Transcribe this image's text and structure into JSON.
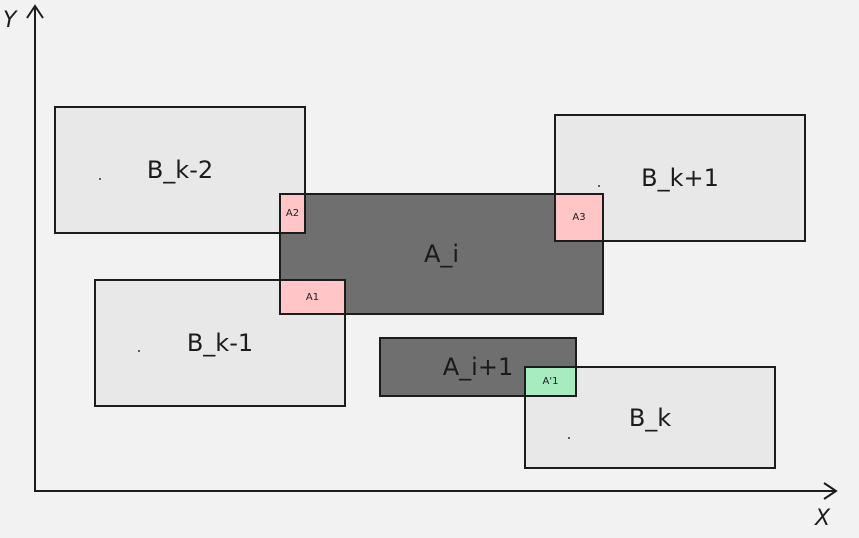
{
  "axes": {
    "x_label": "X",
    "y_label": "Y"
  },
  "rectangles": {
    "b_k_minus_2": "B_k-2",
    "b_k_plus_1": "B_k+1",
    "a_i": "A_i",
    "b_k_minus_1": "B_k-1",
    "a_i_plus_1": "A_i+1",
    "b_k": "B_k"
  },
  "overlaps": {
    "a1": "A1",
    "a2": "A2",
    "a3": "A3",
    "a_prime_1": "A'1"
  },
  "colors": {
    "background": "#f2f2f2",
    "b_fill": "#e8e8e8",
    "a_fill": "#6f6f6f",
    "overlap_red": "#ffc5c7",
    "overlap_green": "#a7ecbf"
  }
}
